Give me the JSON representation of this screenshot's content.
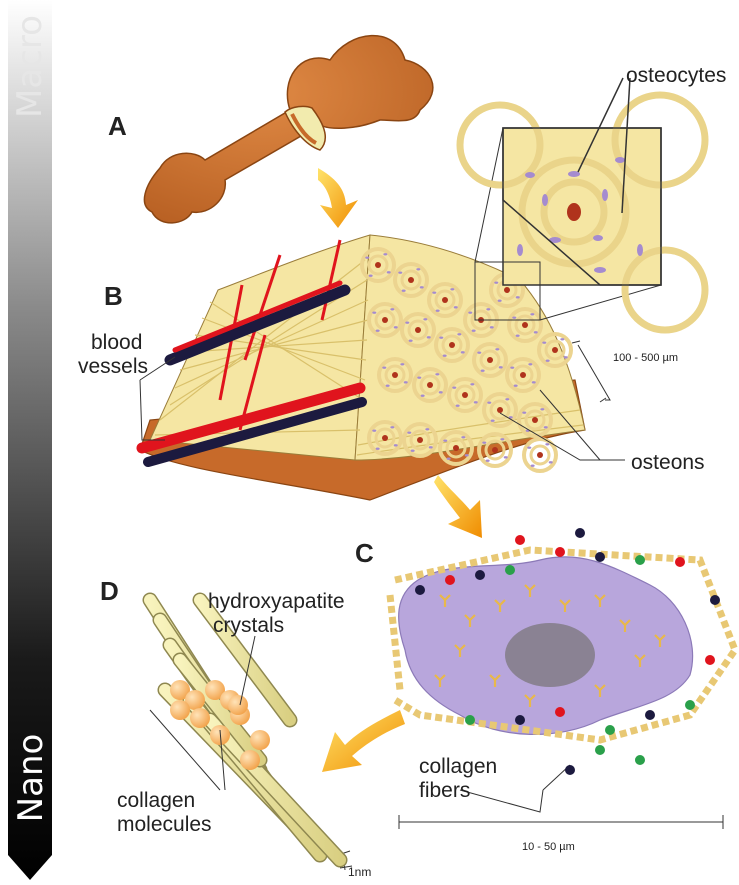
{
  "scale_bar": {
    "top_label": "Macro",
    "bottom_label": "Nano"
  },
  "panels": {
    "a": "A",
    "b": "B",
    "c": "C",
    "d": "D"
  },
  "labels": {
    "osteocytes": "osteocytes",
    "blood_vessels": [
      "blood",
      "vessels"
    ],
    "osteon_size": "100 - 500 µm",
    "osteons": "osteons",
    "hydroxyapatite": [
      "hydroxyapatite",
      "crystals"
    ],
    "collagen_fibers": [
      "collagen",
      "fibers"
    ],
    "cell_size": "10 - 50 µm",
    "collagen_molecules": [
      "collagen",
      "molecules"
    ],
    "molecule_size": "1nm"
  },
  "colors": {
    "bone": "#c76a2a",
    "lamella": "#f5e6a3",
    "vessel_red": "#e0141d",
    "vessel_blue": "#1c1a3f",
    "cell": "#b8a6dc",
    "nucleus": "#8a8293",
    "arrow": "#f5a200",
    "fiber": "#e8c874"
  }
}
